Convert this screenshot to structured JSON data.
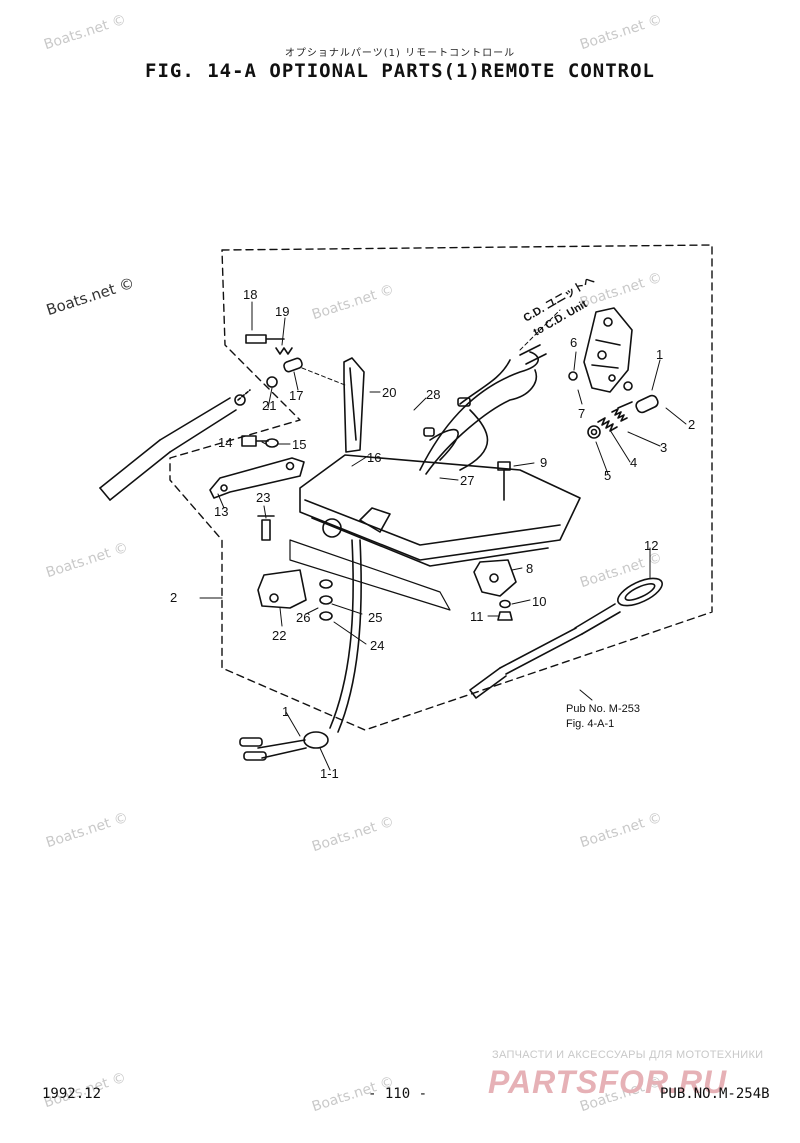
{
  "header": {
    "title_jp": "オプショナルパーツ(1) リモートコントロール",
    "title": "FIG. 14-A OPTIONAL PARTS(1)REMOTE CONTROL"
  },
  "watermark_text": "Boats.net ©",
  "diagram": {
    "cd_line1": "C.D. ユニットへ",
    "cd_line2": "to C.D. Unit",
    "pub_ref_line1": "Pub No. M-253",
    "pub_ref_line2": "Fig. 4-A-1",
    "callouts": {
      "p1": "1",
      "p1_1": "1-1",
      "p1b": "1",
      "p2": "2",
      "p2b": "2",
      "p3": "3",
      "p4": "4",
      "p5": "5",
      "p6": "6",
      "p7": "7",
      "p8": "8",
      "p9": "9",
      "p10": "10",
      "p11": "11",
      "p12": "12",
      "p13": "13",
      "p14": "14",
      "p15": "15",
      "p16": "16",
      "p17": "17",
      "p18": "18",
      "p19": "19",
      "p20": "20",
      "p21": "21",
      "p22": "22",
      "p23": "23",
      "p24": "24",
      "p25": "25",
      "p26": "26",
      "p27": "27",
      "p28": "28"
    }
  },
  "footer": {
    "date": "1992.12",
    "page": "- 110 -",
    "pub": "PUB.NO.M-254B"
  },
  "shop": {
    "tagline": "ЗАПЧАСТИ И АКСЕССУАРЫ ДЛЯ МОТОТЕХНИКИ",
    "logo": "PARTSFOR.RU"
  },
  "colors": {
    "ink": "#111111",
    "watermark": "#c9c9c9",
    "shop_logo": "#e6b1b6"
  }
}
